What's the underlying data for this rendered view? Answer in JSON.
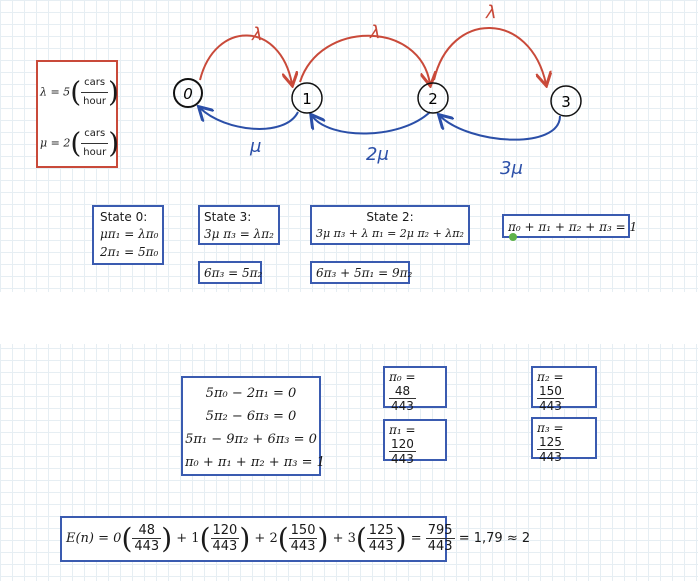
{
  "states": [
    "0",
    "1",
    "2",
    "3"
  ],
  "arrow_labels": {
    "lambda_1": "λ",
    "lambda_2": "λ",
    "lambda_3": "λ",
    "mu_1": "μ",
    "mu_2": "2μ",
    "mu_3": "3μ"
  },
  "params": {
    "lambda_lhs": "λ = 5",
    "mu_lhs": "μ = 2",
    "unit_num": "cars",
    "unit_den": "hour"
  },
  "state0": {
    "title": "State 0:",
    "eq1": "μπ₁ = λπ₀",
    "eq2": "2π₁ = 5π₀"
  },
  "state3": {
    "title": "State 3:",
    "eq1": "3μ π₃ = λπ₂",
    "eq2": "6π₃ = 5π₂"
  },
  "state2": {
    "title": "State 2:",
    "eq1": "3μ π₃ + λ π₁ = 2μ π₂ + λπ₂",
    "eq2": "6π₃ + 5π₁ = 9π₂"
  },
  "normalization": "π₀ + π₁ + π₂ + π₃ = 1",
  "system": [
    "5π₀ − 2π₁ = 0",
    "5π₂ − 6π₃ = 0",
    "5π₁ − 9π₂ + 6π₃ = 0",
    "π₀ + π₁ + π₂ + π₃ = 1"
  ],
  "solutions": {
    "pi0": {
      "lhs": "π₀ =",
      "num": "48",
      "den": "443"
    },
    "pi1": {
      "lhs": "π₁ =",
      "num": "120",
      "den": "443"
    },
    "pi2": {
      "lhs": "π₂ =",
      "num": "150",
      "den": "443"
    },
    "pi3": {
      "lhs": "π₃ =",
      "num": "125",
      "den": "443"
    }
  },
  "expectation": {
    "lhs": "E(n) = 0",
    "c1": "+ 1",
    "c2": "+ 2",
    "c3": "+ 3",
    "f0n": "48",
    "f1n": "120",
    "f2n": "150",
    "f3n": "125",
    "den": "443",
    "eq": "=",
    "resn": "795",
    "resd": "443",
    "tail": "= 1,79 ≈ 2"
  }
}
